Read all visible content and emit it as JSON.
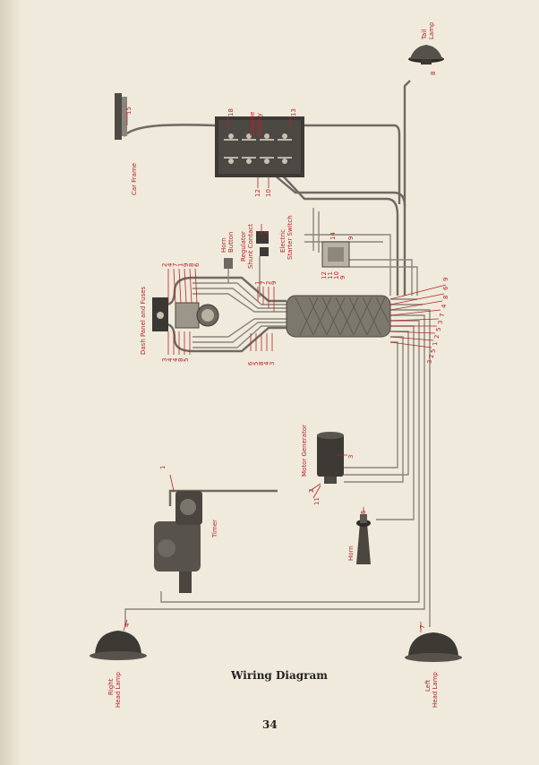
{
  "title": "Wiring Diagram",
  "page_number": "34",
  "labels": {
    "car_frame": "Car Frame",
    "storage_battery": [
      "Storage",
      "Battery"
    ],
    "tail_lamp": [
      "Tail",
      "Lamp"
    ],
    "horn_button": [
      "Horn",
      "Button"
    ],
    "regulator": [
      "Regulator",
      "Shunt Contact"
    ],
    "starter_switch": [
      "Electric",
      "Starter Switch"
    ],
    "dash_panel": "Dash Panel and Fuses",
    "motor_generator": "Motor Generator",
    "timer": "Timer",
    "horn": "Horn",
    "right_head_lamp": [
      "Right",
      "Head Lamp"
    ],
    "left_head_lamp": [
      "Left",
      "Head Lamp"
    ]
  },
  "numbers": {
    "car_frame": "15",
    "battery_top": "18",
    "battery_right": "13",
    "battery_bottom_left": "12",
    "battery_bottom_mid": "10",
    "tail_lamp": "8",
    "regulator": "4",
    "starter_switch": [
      "12",
      "11",
      "10",
      "9",
      "14",
      "9"
    ],
    "dash_top": [
      "2",
      "4",
      "7",
      "1",
      "9",
      "8",
      "6"
    ],
    "dash_left": [
      "3",
      "4",
      "4",
      "8",
      "5"
    ],
    "harness_top": [
      "1",
      "7",
      "2",
      "9"
    ],
    "harness_bottom": [
      "6",
      "5",
      "8",
      "4",
      "3"
    ],
    "harness_right": [
      "9",
      "6",
      "8",
      "4",
      "7",
      "3",
      "5",
      "2",
      "1",
      "5",
      "2",
      "3"
    ],
    "motor_generator": [
      "3",
      "2",
      "11"
    ],
    "timer": "1",
    "horn": "5",
    "right_head_lamp": "4",
    "left_head_lamp": "7"
  }
}
